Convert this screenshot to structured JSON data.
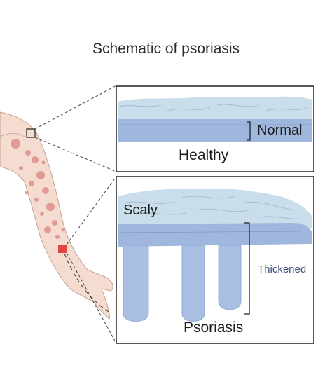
{
  "title": "Schematic of psoriasis",
  "healthy_panel": {
    "layer_label": "Normal",
    "caption": "Healthy"
  },
  "psoriasis_panel": {
    "top_label": "Scaly",
    "layer_label": "Thickened",
    "caption": "Psoriasis"
  },
  "colors": {
    "skin": "#f4ddd0",
    "lesion": "#e08f8b",
    "epidermis": "#9fb7dc",
    "scale": "#c9ddea",
    "rete_ridges": "#a8bfe3",
    "frame": "#222222"
  }
}
